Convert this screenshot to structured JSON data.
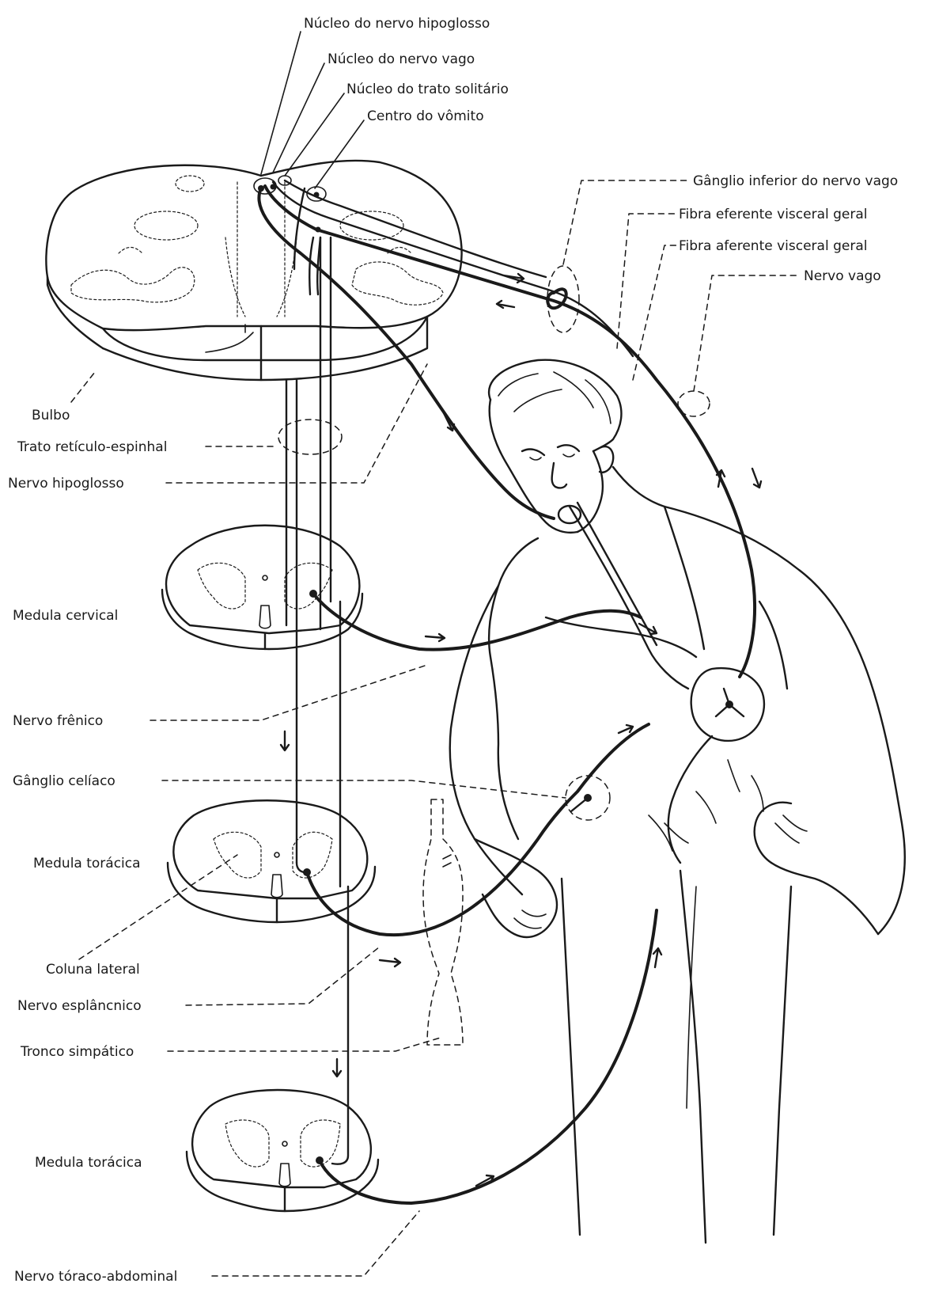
{
  "labels": {
    "nucleo_hipoglosso": "Núcleo do nervo hipoglosso",
    "nucleo_vago": "Núcleo do nervo vago",
    "nucleo_trato_solitario": "Núcleo do trato solitário",
    "centro_vomito": "Centro do vômito",
    "ganglio_inferior_vago": "Gânglio inferior do nervo vago",
    "fibra_eferente": "Fibra eferente visceral geral",
    "fibra_aferente": "Fibra aferente visceral geral",
    "nervo_vago": "Nervo vago",
    "bulbo": "Bulbo",
    "trato_reticulo": "Trato retículo-espinhal",
    "nervo_hipoglosso": "Nervo hipoglosso",
    "medula_cervical": "Medula cervical",
    "nervo_frenico": "Nervo frênico",
    "ganglio_celiaco": "Gânglio celíaco",
    "medula_toracica_1": "Medula torácica",
    "coluna_lateral": "Coluna lateral",
    "nervo_esplancnico": "Nervo esplâncnico",
    "tronco_simpatico": "Tronco simpático",
    "medula_toracica_2": "Medula torácica",
    "nervo_toraco_abdominal": "Nervo tóraco-abdominal"
  },
  "colors": {
    "ink": "#1a1a1a",
    "paper": "#ffffff"
  }
}
